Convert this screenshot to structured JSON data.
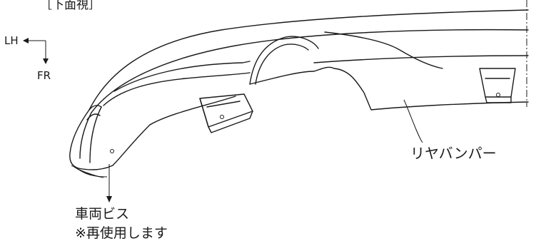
{
  "view_label": "［下面視］",
  "orientation": {
    "horizontal": "LH",
    "vertical": "FR"
  },
  "callouts": {
    "part_name": "リヤバンパー",
    "screw_line1": "車両ビス",
    "screw_line2": "※再使用します"
  }
}
